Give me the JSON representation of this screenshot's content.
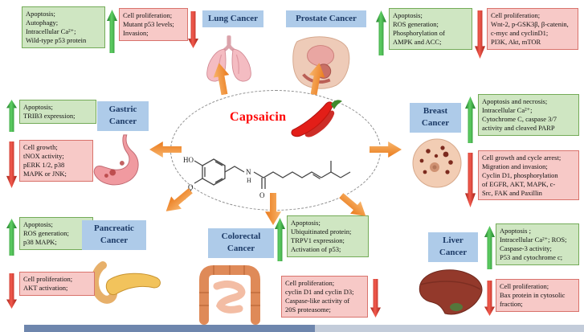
{
  "center": {
    "title": "Capsaicin",
    "structure": {
      "ho": "HO",
      "o_methoxy": "O",
      "n": "N",
      "h": "H",
      "o_carbonyl": "O"
    }
  },
  "cancers": [
    {
      "name": "Lung Cancer",
      "up": "Apoptosis;\nAutophagy;\nIntracellular Ca²⁺;\nWild-type p53 protein",
      "down": "Cell proliferation;\nMutant p53 levels;\nInvasion;"
    },
    {
      "name": "Prostate Cancer",
      "up": "Apoptosis;\nROS generation;\nPhosphorylation of\nAMPK and ACC;",
      "down": "Cell proliferation;\nWnt-2, p-GSK3β, β-catenin,\nc-myc and cyclinD1;\nPI3K, Akt, mTOR"
    },
    {
      "name": "Gastric\nCancer",
      "up": "Apoptosis;\nTRIB3 expression;",
      "down": "Cell growth;\ntNOX activity;\npERK 1/2, p38\nMAPK or JNK;"
    },
    {
      "name": "Breast\nCancer",
      "up": "Apoptosis and necrosis;\nIntracellular Ca²⁺;\nCytochrome C, caspase 3/7\nactivity and cleaved PARP",
      "down": "Cell growth and cycle arrest;\nMigration and invasion;\nCyclin D1, phosphorylation\nof EGFR, AKT, MAPK, c-\nSrc, FAK and Paxillin"
    },
    {
      "name": "Pancreatic\nCancer",
      "up": "Apoptosis;\nROS generation;\np38 MAPK;",
      "down": "Cell proliferation;\nAKT activation;"
    },
    {
      "name": "Colorectal\nCancer",
      "up": "Apoptosis;\nUbiquitinated protein;\nTRPV1 expression;\nActivation of p53;",
      "down": "Cell proliferation;\ncyclin D1 and cyclin D3;\nCaspase-like activity of\n20S proteasome;"
    },
    {
      "name": "Liver\nCancer",
      "up": "Apoptosis ;\nIntracellular Ca²⁺; ROS;\nCaspase-3 activity;\nP53 and cytochrome c;",
      "down": "Cell proliferation;\nBax protein in cytosolic\nfraction;"
    }
  ],
  "colors": {
    "up_box_bg": "#cfe6c2",
    "up_box_border": "#74ab58",
    "down_box_bg": "#f7c9c7",
    "down_box_border": "#d9736c",
    "label_bg": "#aecbe9",
    "label_text": "#1c3a66",
    "up_arrow": "#2e9a37",
    "down_arrow": "#d8352a",
    "center_arrow": "#ee8c33",
    "title": "#fe0000"
  }
}
